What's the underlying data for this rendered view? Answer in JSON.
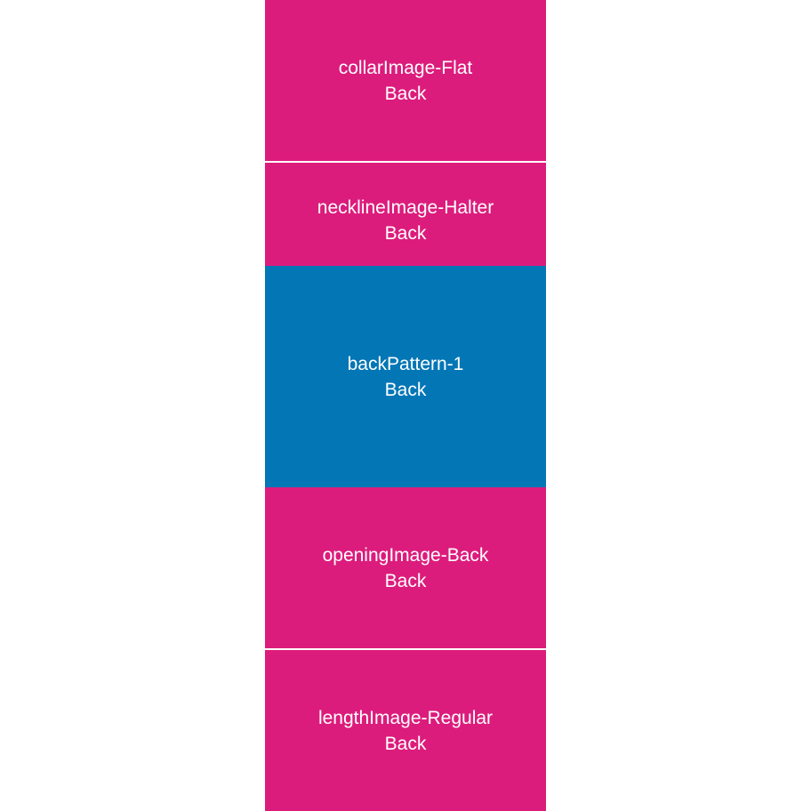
{
  "colors": {
    "pink": "#dc1c7c",
    "blue": "#0376b6",
    "text": "#ffffff",
    "divider": "#ffffff"
  },
  "layers": [
    {
      "name": "collarImage-Flat",
      "view": "Back",
      "color": "#dc1c7c"
    },
    {
      "name": "necklineImage-Halter",
      "view": "Back",
      "color": "#dc1c7c"
    },
    {
      "name": "backPattern-1",
      "view": "Back",
      "color": "#0376b6"
    },
    {
      "name": "openingImage-Back",
      "view": "Back",
      "color": "#dc1c7c"
    },
    {
      "name": "lengthImage-Regular",
      "view": "Back",
      "color": "#dc1c7c"
    }
  ]
}
